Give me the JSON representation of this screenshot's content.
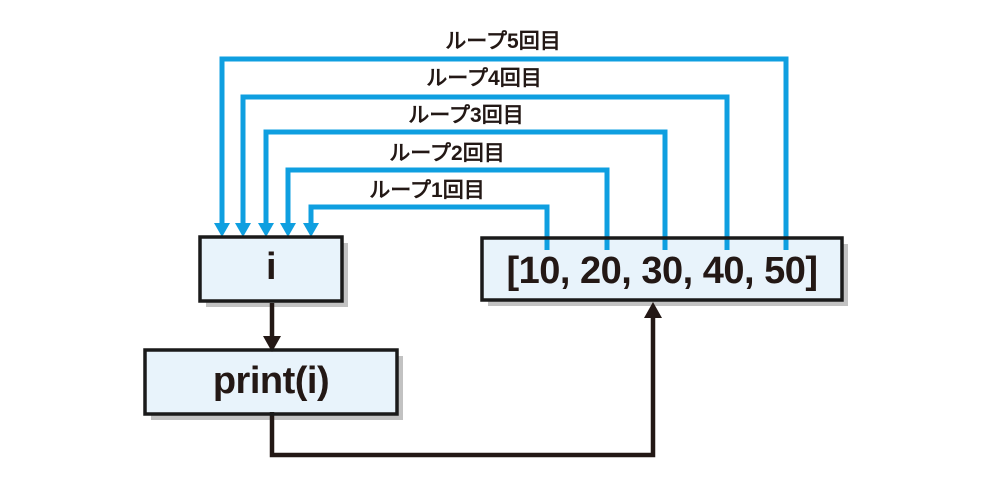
{
  "colors": {
    "loop_arrow_blue": "#0f9fe0",
    "flow_arrow_black": "#231815",
    "box_fill": "#e8f3fb",
    "box_border": "#1a1a1a",
    "box_shadow": "#c2c2c2",
    "text": "#231815",
    "background": "#ffffff"
  },
  "boxes": {
    "variable": {
      "label": "i"
    },
    "list": {
      "label": "[10, 20, 30, 40, 50]"
    },
    "print": {
      "label": "print(i)"
    }
  },
  "loop_labels": [
    {
      "label": "ループ1回目"
    },
    {
      "label": "ループ2回目"
    },
    {
      "label": "ループ3回目"
    },
    {
      "label": "ループ4回目"
    },
    {
      "label": "ループ5回目"
    }
  ]
}
